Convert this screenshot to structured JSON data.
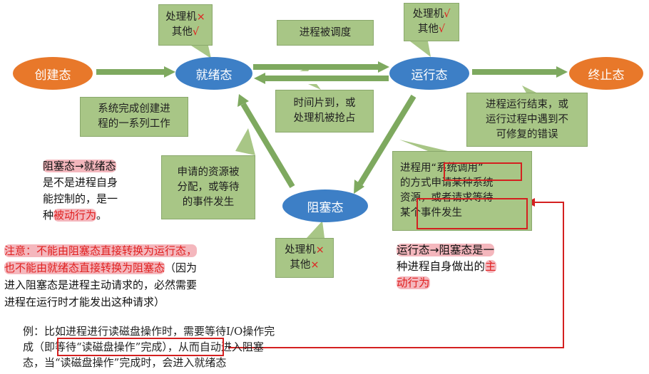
{
  "states": {
    "created": "创建态",
    "ready": "就绪态",
    "running": "运行态",
    "terminated": "终止态",
    "blocked": "阻塞态"
  },
  "callouts": {
    "ready_top": {
      "line1_text": "处理机",
      "line1_mark": "×",
      "line2_text": "其他",
      "line2_mark": "√"
    },
    "running_top": {
      "line1_text": "处理机",
      "line1_mark": "√",
      "line2_text": "其他",
      "line2_mark": "√"
    },
    "scheduled": "进程被调度",
    "created_to_ready": [
      "系统完成创建进",
      "程的一系列工作"
    ],
    "time_slice": [
      "时间片到，或",
      "处理机被抢占"
    ],
    "terminate_reason": [
      "进程运行结束，或",
      "运行过程中遇到不",
      "可修复的错误"
    ],
    "resource_granted": [
      "申请的资源被",
      "分配，或等待",
      "的事件发生"
    ],
    "syscall": {
      "line1_a": "进程用",
      "line1_b": "“系统调用”",
      "line2": "的方式申请某种系统",
      "line3_a": "资源，或者",
      "line3_b": "请求等待",
      "line4": "某个事件发生"
    },
    "blocked_bottom": {
      "line1_text": "处理机",
      "line1_mark": "×",
      "line2_text": "其他",
      "line2_mark": "×"
    }
  },
  "notes": {
    "blocked_to_ready": {
      "title": "阻塞态→就绪态",
      "line2": "是不是进程自身",
      "line3": "能控制的，是一",
      "line4_a": "种",
      "line4_b": "被动行为",
      "line4_c": "。"
    },
    "attention": {
      "line1": "注意：不能由阻塞态直接转换为运行态，",
      "line2_a": "也不能由就绪态直接转换为阻塞态",
      "line2_b": "（因为",
      "line3": "进入阻塞态是进程主动请求的，必然需要",
      "line4": "进程在运行时才能发出这种请求）"
    },
    "running_to_blocked": {
      "line1": "运行态→阻塞态是一",
      "line2_a": "种进程自身做出的",
      "line2_b": "主",
      "line3": "动行为"
    },
    "example": {
      "line1": "例：比如进程进行读磁盘操作时，需要等待I/O操作完",
      "line2_a": "成（即",
      "line2_b": "等待“读磁盘操作”完成）",
      "line2_c": "，从而自动进入阻塞",
      "line3": "态，当“读磁盘操作”完成时，会进入就绪态"
    }
  },
  "colors": {
    "state_orange": "#e8782a",
    "state_blue": "#3d7fc6",
    "callout_green": "#a8c686",
    "highlight_pink": "#f4b7bd",
    "emphasis_red": "#e02020"
  }
}
